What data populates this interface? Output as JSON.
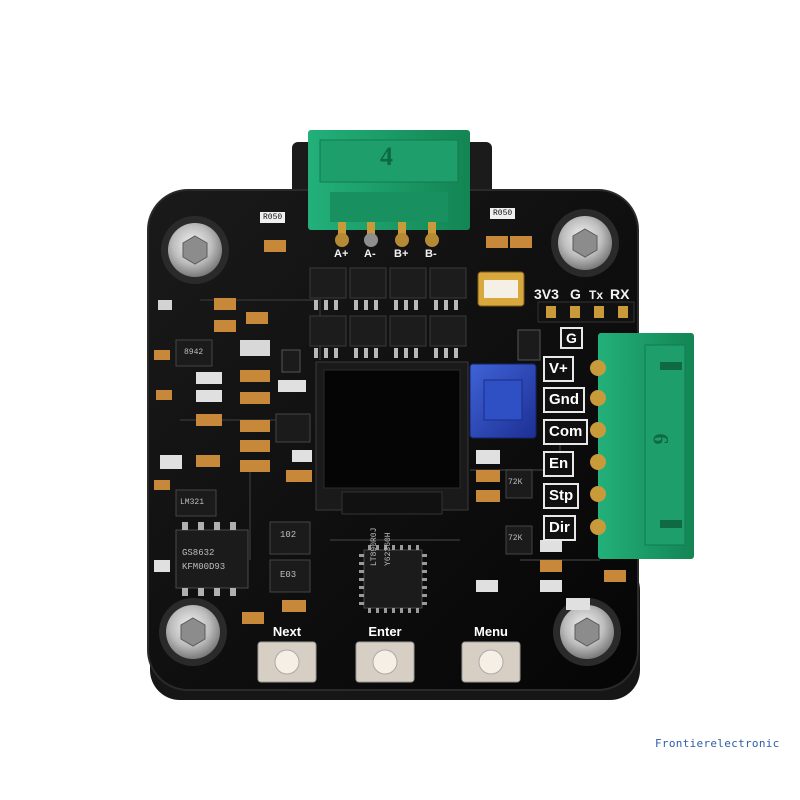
{
  "connectors": {
    "top": {
      "count_label": "4",
      "pin_labels": [
        "A+",
        "A-",
        "B+",
        "B-"
      ]
    },
    "right": {
      "count_label": "6",
      "pin_labels": [
        "V+",
        "Gnd",
        "Com",
        "En",
        "Stp",
        "Dir"
      ]
    }
  },
  "serial_header": {
    "labels": [
      "3V3",
      "G",
      "Tx",
      "RX"
    ],
    "ground_tag": "G"
  },
  "resistors": {
    "top_left": "R050",
    "top_right": "R050"
  },
  "chips": {
    "mcu_lines": [
      "LT890R0J",
      "Y62360H"
    ],
    "driver_lines": [
      "GS8632",
      "KFM00D93"
    ],
    "reg_small": "8942",
    "sot_a": "LM321",
    "sot_b": "102",
    "sot_c": "E03",
    "right_small_a": "72K",
    "right_small_b": "72K"
  },
  "buttons": [
    {
      "label": "Next"
    },
    {
      "label": "Enter"
    },
    {
      "label": "Menu"
    }
  ],
  "watermark": "Frontierelectronic",
  "colors": {
    "pcb": "#0d0d0d",
    "connector_green": "#1a9a64",
    "potentiometer_blue": "#2a46b8",
    "gold": "#c99a3a"
  }
}
